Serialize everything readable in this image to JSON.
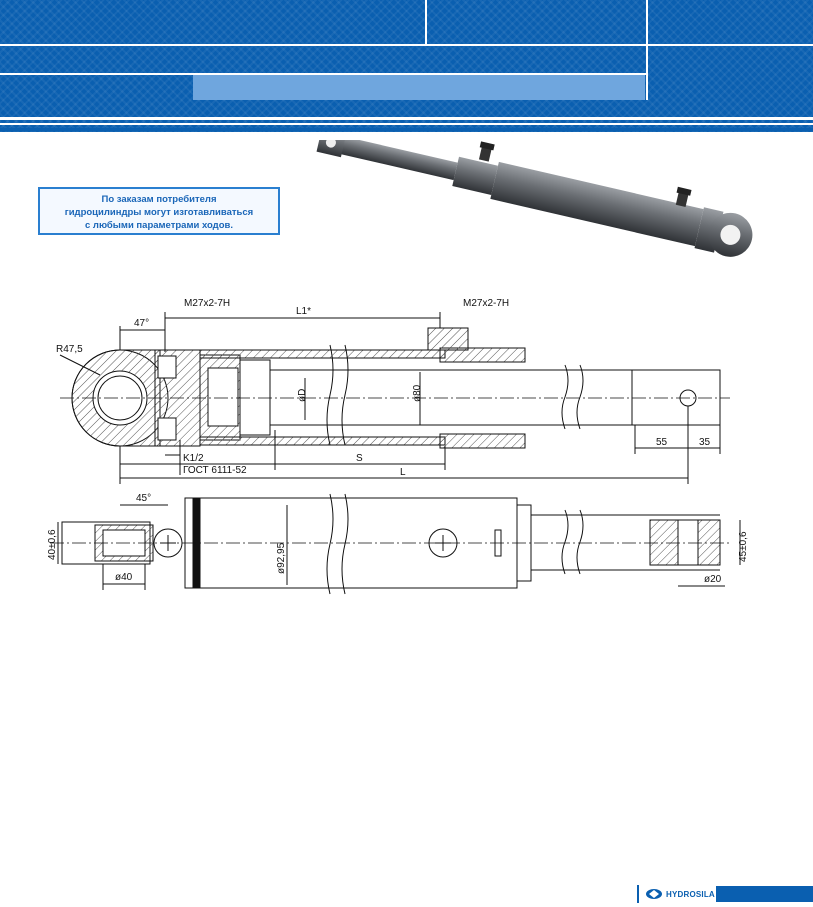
{
  "note": {
    "line1": "По заказам потребителя",
    "line2": "гидроцилиндры могут изготавливаться",
    "line3": "с любыми параметрами ходов."
  },
  "dims": {
    "thread_left": "M27x2-7H",
    "thread_right": "M27x2-7H",
    "l1": "L1*",
    "angle_top": "47°",
    "radius": "R47,5",
    "bore": "øD",
    "rod": "ø80",
    "d55": "55",
    "d35": "35",
    "k12": "K1/2",
    "gost": "ГОСТ 6111-52",
    "stroke": "S",
    "length": "L",
    "angle_bottom": "45°",
    "w_left": "40±0,6",
    "eye_dia": "ø40",
    "body_dia": "ø92,95",
    "w_right": "45±0,6",
    "pin_dia": "ø20"
  },
  "footer": {
    "logo": "HYDROSILA"
  },
  "colors": {
    "brand_blue": "#0a5fb0"
  }
}
